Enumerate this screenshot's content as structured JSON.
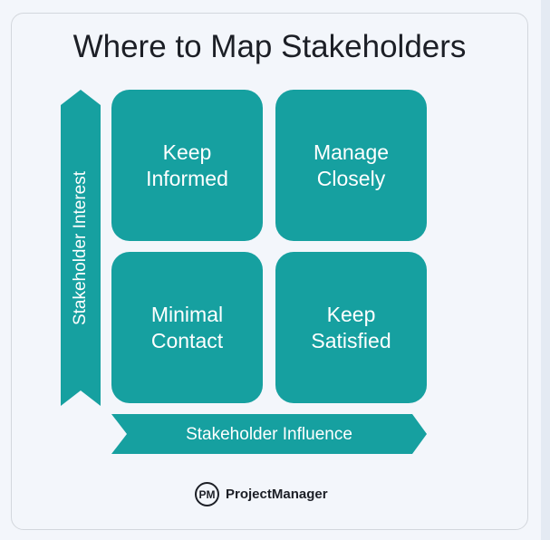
{
  "title": "Where to Map Stakeholders",
  "quadrants": [
    {
      "label": "Keep\nInformed"
    },
    {
      "label": "Manage\nClosely"
    },
    {
      "label": "Minimal\nContact"
    },
    {
      "label": "Keep\nSatisfied"
    }
  ],
  "axes": {
    "y_label": "Stakeholder Interest",
    "x_label": "Stakeholder Influence"
  },
  "logo": {
    "mark": "PM",
    "name": "ProjectManager"
  },
  "colors": {
    "accent": "#16a0a0",
    "text": "#1c1f26",
    "background": "#f3f6fb"
  }
}
